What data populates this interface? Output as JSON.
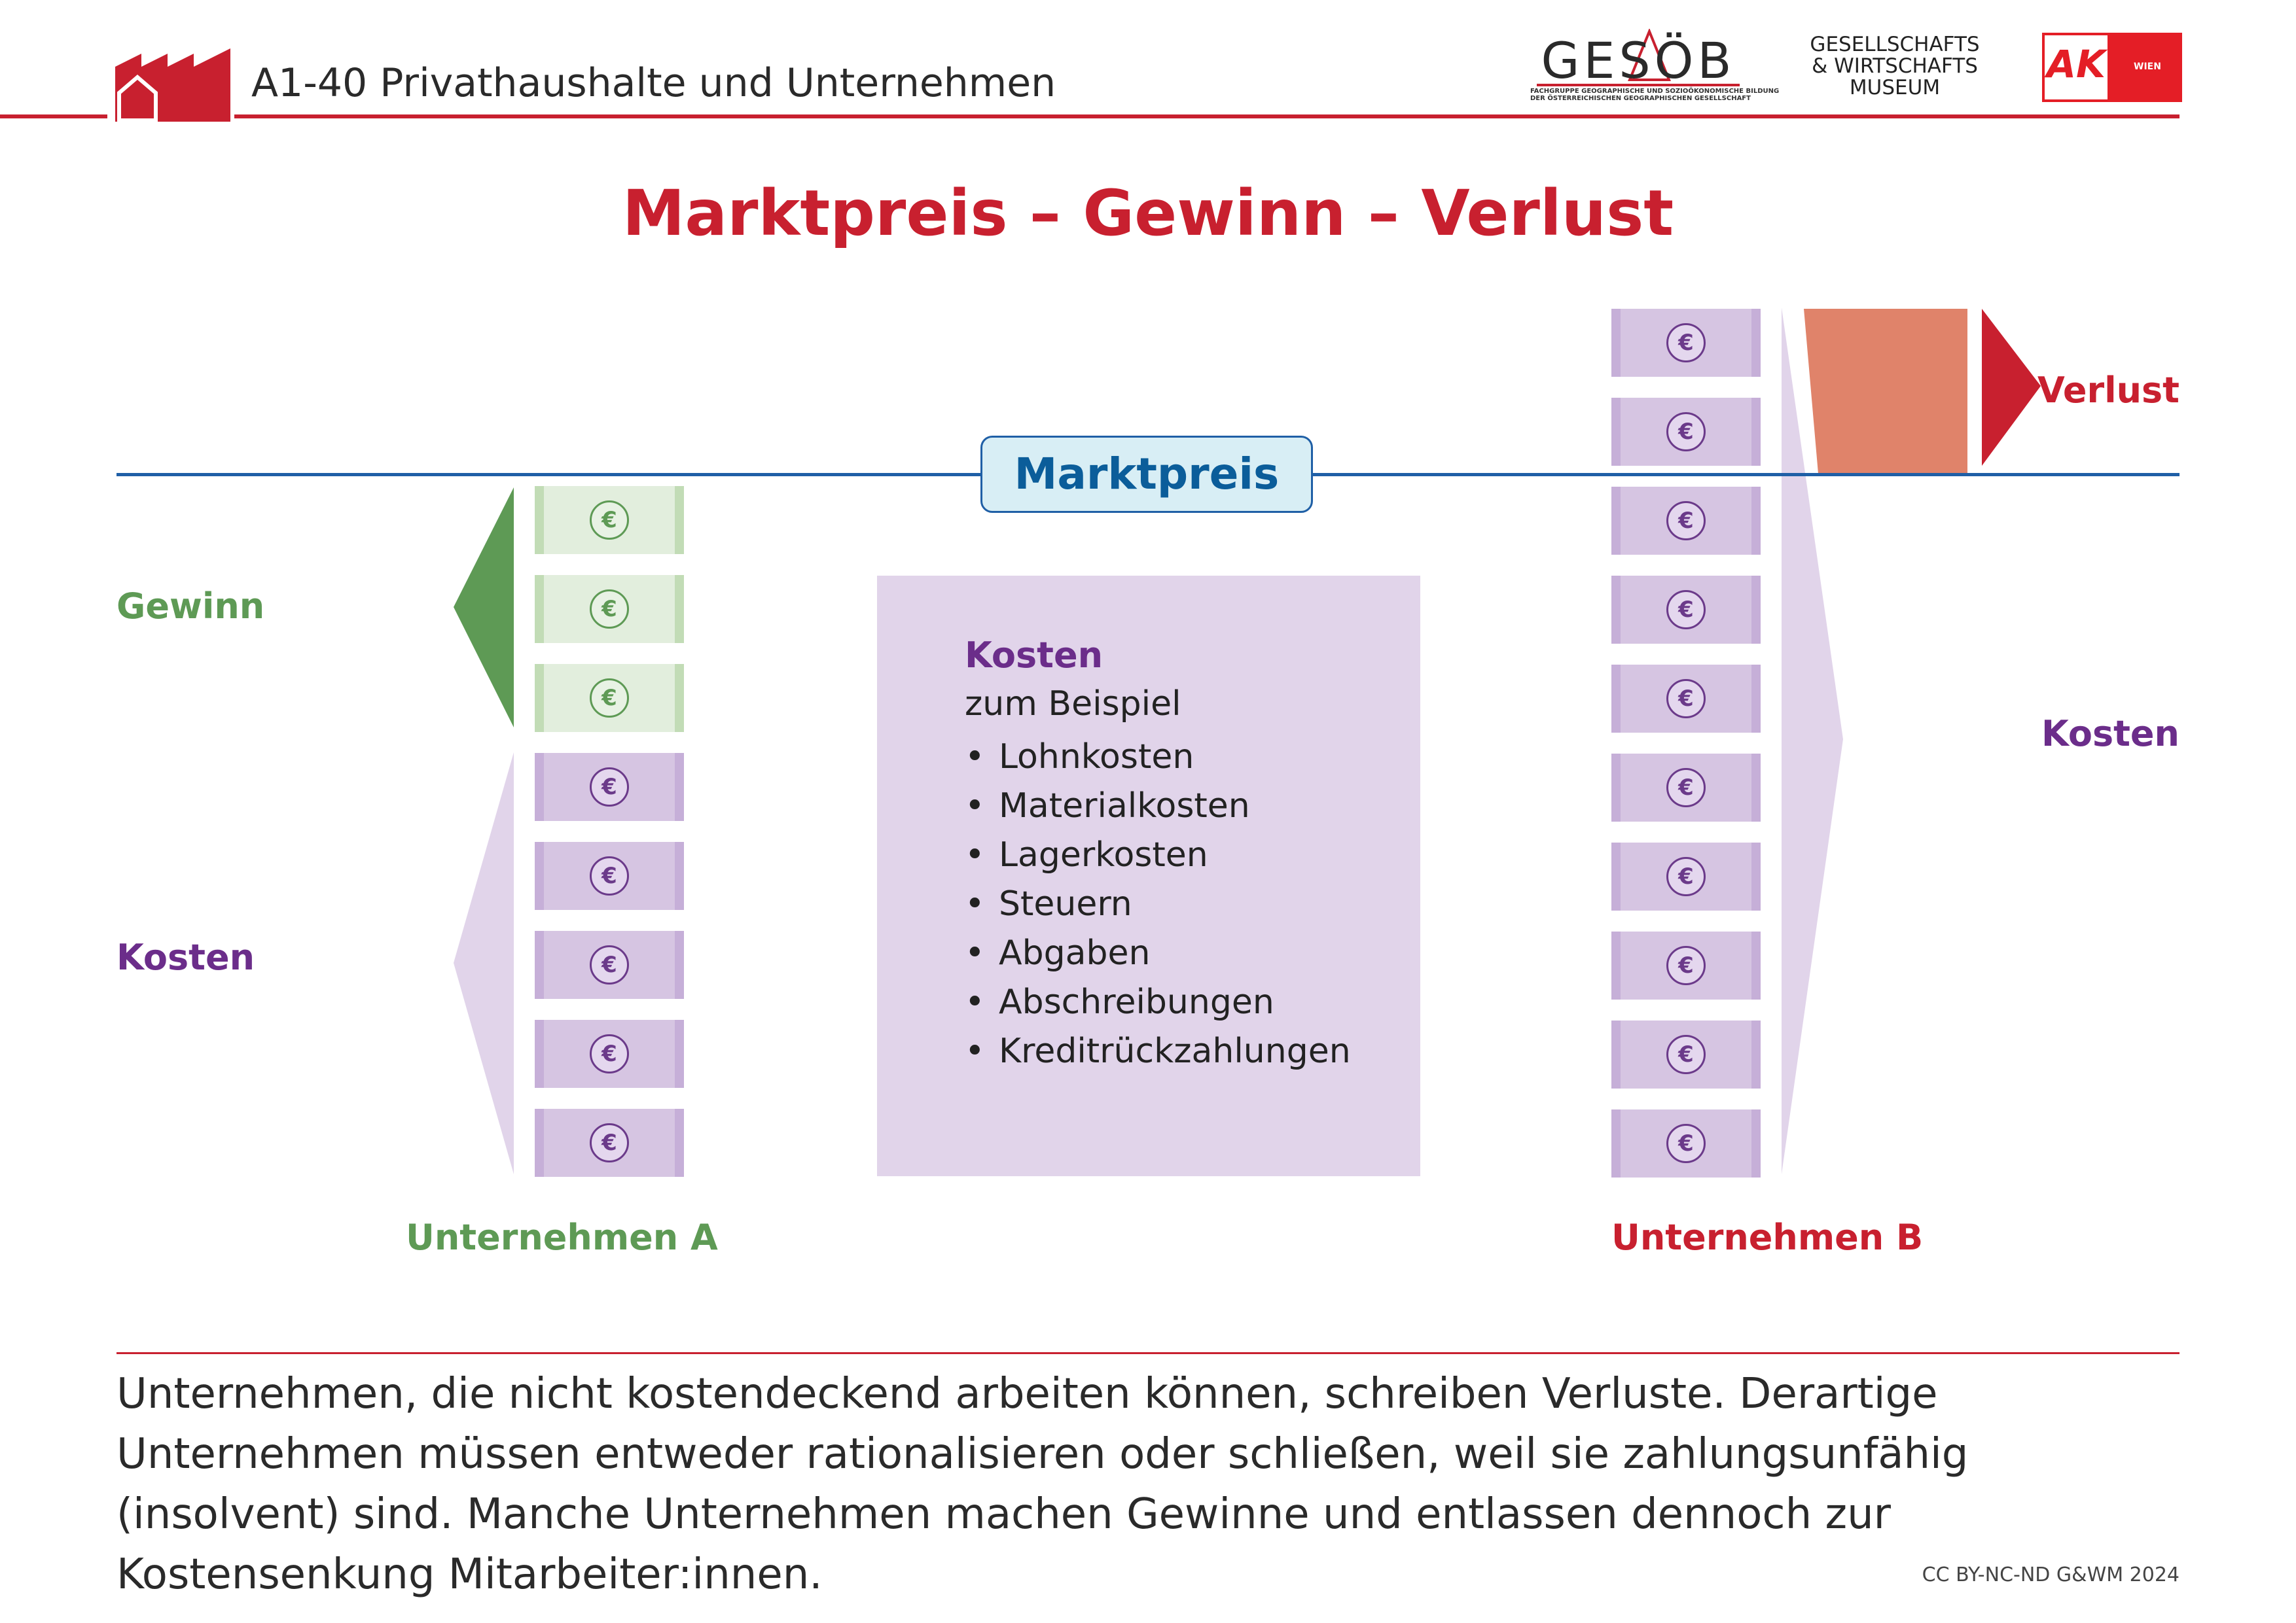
{
  "header": {
    "title": "A1-40 Privathaushalte und Unternehmen",
    "logos": {
      "gesob": "GESÖB",
      "gesob_sub_1": "FACHGRUPPE GEOGRAPHISCHE UND SOZIOÖKONOMISCHE BILDUNG",
      "gesob_sub_2": "DER ÖSTERREICHISCHEN GEOGRAPHISCHEN GESELLSCHAFT",
      "gwm_line1": "GESELLSCHAFTS",
      "gwm_line2": "& WIRTSCHAFTS",
      "gwm_line3": "MUSEUM",
      "ak": "AK",
      "ak_sub": "WIEN"
    }
  },
  "title": "Marktpreis – Gewinn – Verlust",
  "diagram": {
    "market_price_label": "Marktpreis",
    "left_labels": {
      "gewinn": "Gewinn",
      "kosten": "Kosten"
    },
    "right_labels": {
      "verlust": "Verlust",
      "kosten": "Kosten"
    },
    "company_a": "Unternehmen A",
    "company_b": "Unternehmen B",
    "currency_symbol": "€",
    "company_a_stack": {
      "profit_notes": 3,
      "cost_notes": 5
    },
    "company_b_stack": {
      "cost_notes": 10
    },
    "costs_box": {
      "title": "Kosten",
      "subtitle": "zum Beispiel",
      "items": [
        "Lohnkosten",
        "Materialkosten",
        "Lagerkosten",
        "Steuern",
        "Abgaben",
        "Abschreibungen",
        "Kreditrückzahlungen"
      ]
    },
    "colors": {
      "profit": "#5e9a55",
      "cost": "#6b2d8a",
      "loss": "#c8202f",
      "loss_block": "#e0836a",
      "market_line": "#1f5fa6"
    }
  },
  "footer": {
    "text": "Unternehmen, die nicht kostendeckend arbeiten können, schreiben Verluste. Derartige Unternehmen müssen entweder rationalisieren oder schließen, weil sie zahlungsunfähig (insolvent) sind. Manche Unternehmen machen Gewinne und entlassen dennoch zur Kostensenkung Mitarbeiter:innen.",
    "license": "CC BY-NC-ND G&WM 2024"
  }
}
